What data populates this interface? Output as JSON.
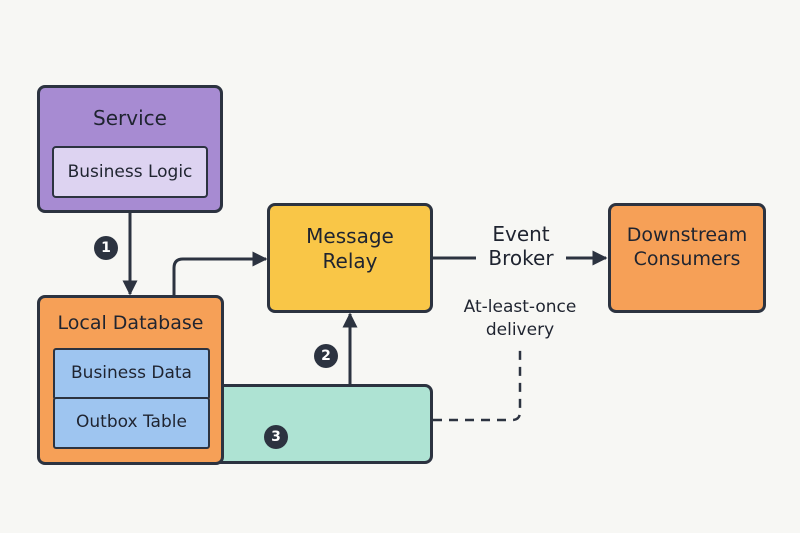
{
  "service": {
    "title": "Service",
    "inner": "Business Logic"
  },
  "local_db": {
    "title": "Local Database",
    "business_data": "Business Data",
    "outbox": "Outbox Table"
  },
  "relay": {
    "line1": "Message",
    "line2": "Relay"
  },
  "broker": {
    "line1": "Event",
    "line2": "Broker"
  },
  "consumers": {
    "line1": "Downstream",
    "line2": "Consumers"
  },
  "delivery": {
    "line1": "At-least-once",
    "line2": "delivery"
  },
  "steps": {
    "one": "1",
    "two": "2",
    "three": "3"
  },
  "colors": {
    "service": "#a78bd2",
    "service_inner": "#ddd3f1",
    "db": "#f6a057",
    "db_inner": "#9ec5f0",
    "relay": "#f9c647",
    "consumers": "#f6a057",
    "table": "#aee3d3",
    "stroke": "#2c3340"
  }
}
